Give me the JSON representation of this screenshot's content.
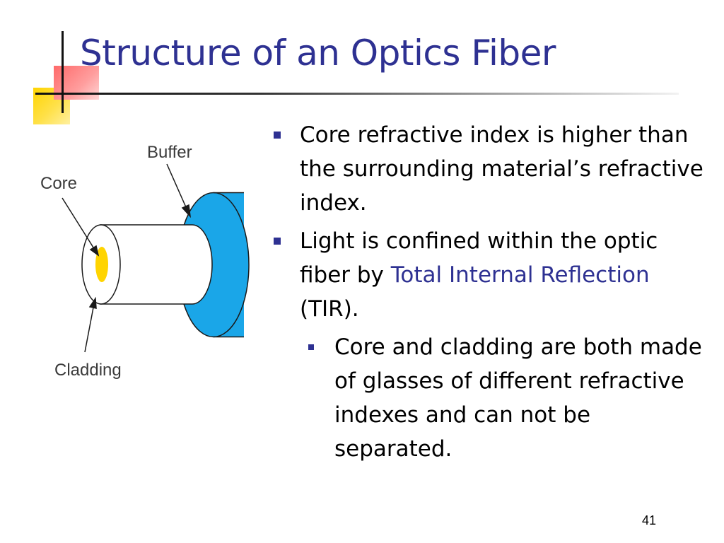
{
  "slide": {
    "title": "Structure of an Optics Fiber",
    "page_number": "41"
  },
  "figure": {
    "labels": {
      "buffer": "Buffer",
      "core": "Core",
      "cladding": "Cladding"
    },
    "colors": {
      "buffer": "#1aa6e8",
      "core": "#ffd400",
      "cladding": "#ffffff"
    }
  },
  "bullets": [
    {
      "text": "Core refractive index is higher than the surrounding material’s refractive index."
    },
    {
      "text_before": "Light is confined within the optic fiber by ",
      "highlight": "Total Internal Reflection",
      "text_after": " (TIR).",
      "sub_bullets": [
        {
          "text": "Core and cladding are both made of glasses of different refractive indexes and can not be separated."
        }
      ]
    }
  ],
  "colors": {
    "title": "#2e3192",
    "bullet_marker": "#2e3192",
    "highlight": "#2e3192",
    "deco_yellow": "#ffd400",
    "deco_red": "#ff6a6a"
  }
}
